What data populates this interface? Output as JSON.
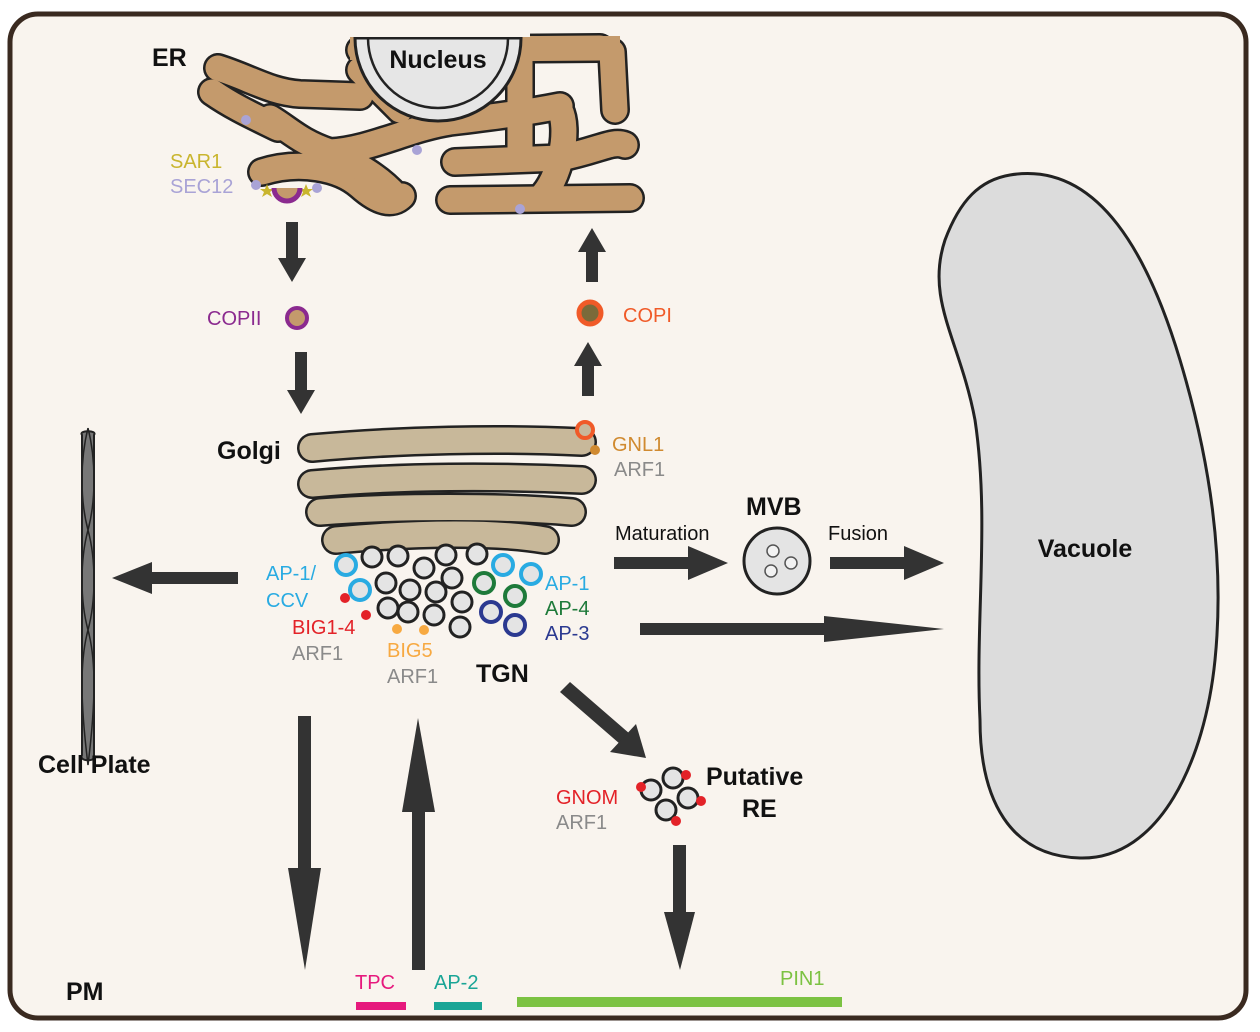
{
  "labels": {
    "er": "ER",
    "nucleus": "Nucleus",
    "sar1": "SAR1",
    "sec12": "SEC12",
    "copii": "COPII",
    "copi": "COPI",
    "golgi": "Golgi",
    "gnl1": "GNL1",
    "arf1_golgi": "ARF1",
    "ap1_ccv_line1": "AP-1/",
    "ap1_ccv_line2": "CCV",
    "big1_4": "BIG1-4",
    "arf1_big1_4": "ARF1",
    "big5": "BIG5",
    "arf1_big5": "ARF1",
    "ap1": "AP-1",
    "ap4": "AP-4",
    "ap3": "AP-3",
    "tgn": "TGN",
    "maturation": "Maturation",
    "mvb": "MVB",
    "fusion": "Fusion",
    "vacuole": "Vacuole",
    "cell_plate": "Cell Plate",
    "putative_re_line1": "Putative",
    "putative_re_line2": "RE",
    "gnom": "GNOM",
    "arf1_gnom": "ARF1",
    "pm": "PM",
    "tpc": "TPC",
    "ap2": "AP-2",
    "pin1": "PIN1"
  },
  "colors": {
    "background": "#f9f4ee",
    "border": "#3a2a20",
    "er": "#c49a6c",
    "golgi": "#c8b89a",
    "sar1": "#c9b52e",
    "sec12": "#a9a3d6",
    "copii": "#8b2a8f",
    "copi": "#f05a28",
    "gnl1": "#d08a30",
    "arf1": "#8a8a8a",
    "ap1": "#29abe2",
    "big1_4": "#e32228",
    "big5": "#f7a941",
    "ap4": "#1e7a3a",
    "ap3": "#2b3990",
    "gnom": "#e32228",
    "tpc": "#e6197d",
    "ap2": "#1aa596",
    "pin1": "#7cc242",
    "arrow": "#333333",
    "vacuole": "#dcdcdc"
  }
}
